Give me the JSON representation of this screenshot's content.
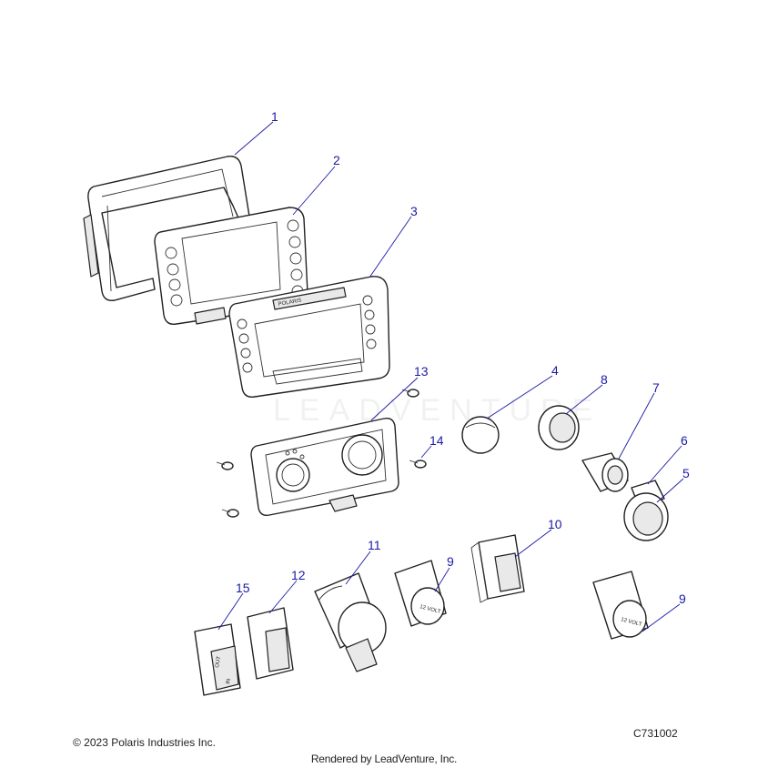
{
  "callouts": [
    {
      "id": "1",
      "label": "1"
    },
    {
      "id": "2",
      "label": "2"
    },
    {
      "id": "3",
      "label": "3"
    },
    {
      "id": "4",
      "label": "4"
    },
    {
      "id": "5",
      "label": "5"
    },
    {
      "id": "6",
      "label": "6"
    },
    {
      "id": "7",
      "label": "7"
    },
    {
      "id": "8",
      "label": "8"
    },
    {
      "id": "9a",
      "label": "9"
    },
    {
      "id": "9b",
      "label": "9"
    },
    {
      "id": "10",
      "label": "10"
    },
    {
      "id": "11",
      "label": "11"
    },
    {
      "id": "12",
      "label": "12"
    },
    {
      "id": "13",
      "label": "13"
    },
    {
      "id": "14",
      "label": "14"
    },
    {
      "id": "15",
      "label": "15"
    }
  ],
  "part_text": {
    "brand_logo": "POLARIS",
    "socket_voltage": "12 VOLT",
    "switch_out": "OUT",
    "switch_in": "IN"
  },
  "watermark": "LEADVENTURE",
  "footer": {
    "copyright": "© 2023 Polaris Industries Inc.",
    "diagram_code": "C731002",
    "rendered_by": "Rendered by LeadVenture, Inc."
  },
  "colors": {
    "callout": "#1a1aa6",
    "line": "#222222"
  }
}
